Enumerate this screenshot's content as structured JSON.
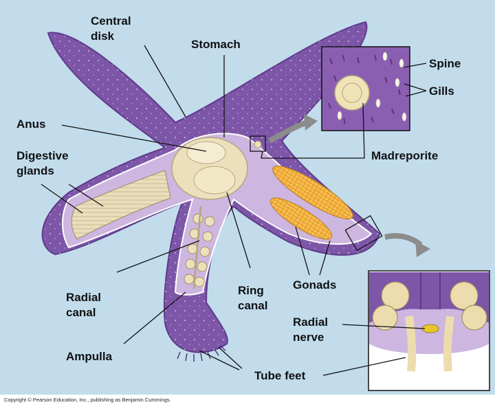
{
  "figure": {
    "labels": {
      "central_disk": [
        "Central",
        "disk"
      ],
      "stomach": "Stomach",
      "anus": "Anus",
      "digestive_glands": [
        "Digestive",
        "glands"
      ],
      "radial_canal": [
        "Radial",
        "canal"
      ],
      "ampulla": "Ampulla",
      "ring_canal": [
        "Ring",
        "canal"
      ],
      "gonads": "Gonads",
      "madreporite": "Madreporite",
      "spine": "Spine",
      "gills": "Gills",
      "radial_nerve": [
        "Radial",
        "nerve"
      ],
      "tube_feet": "Tube feet"
    },
    "copyright": "Copyright © Pearson Education, Inc., publishing as Benjamin Cummings."
  },
  "colors": {
    "background": "#c2dcec",
    "body_purple": "#7d56a8",
    "body_dark": "#5e3a8a",
    "inner_lavender": "#cdb6e0",
    "tan": "#ece0bc",
    "gonad_orange": "#eba430"
  }
}
